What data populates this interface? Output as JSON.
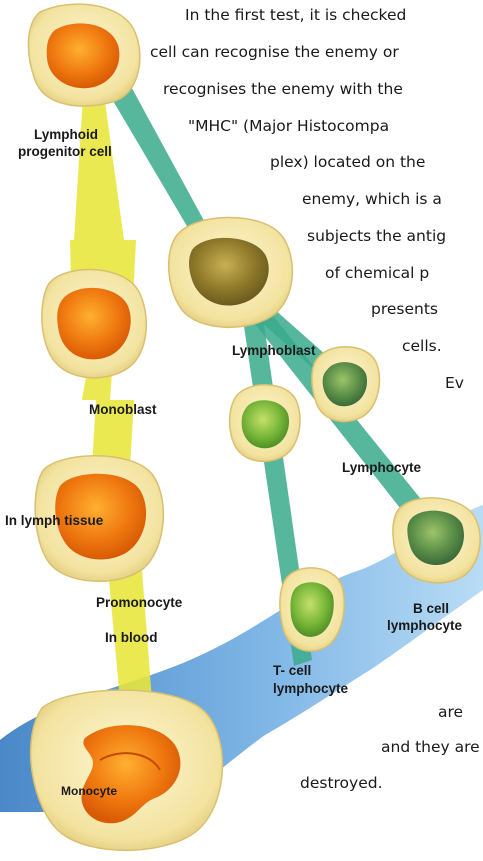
{
  "paragraph": {
    "lines": [
      "In the first test, it is checked",
      "cell can recognise the enemy or",
      "recognises the enemy with the",
      "\"MHC\" (Major Histocompa",
      "plex) located on the",
      "enemy, which is a",
      "subjects the antig",
      "of chemical p",
      "presents",
      "cells.",
      "Ev",
      "are",
      "and they are",
      "destroyed."
    ]
  },
  "labels": {
    "lymphoid_line1": "Lymphoid",
    "lymphoid_line2": "progenitor cell",
    "lymphoblast": "Lymphoblast",
    "monoblast": "Monoblast",
    "lymphocyte": "Lymphocyte",
    "in_lymph_tissue": "In lymph tissue",
    "promonocyte": "Promonocyte",
    "b_cell_line1": "B cell",
    "b_cell_line2": "lymphocyte",
    "in_blood": "In blood",
    "t_cell_line1": "T- cell",
    "t_cell_line2": "lymphocyte",
    "monocyte": "Monocyte"
  },
  "colors": {
    "blood_fill": "#5b9bd5",
    "yellow_path": "#e8e63a",
    "green_path": "#3aaa8c",
    "cell_orange": "#f07a10",
    "cell_green": "#7ab83a",
    "cell_membrane": "#f5e9a8"
  }
}
